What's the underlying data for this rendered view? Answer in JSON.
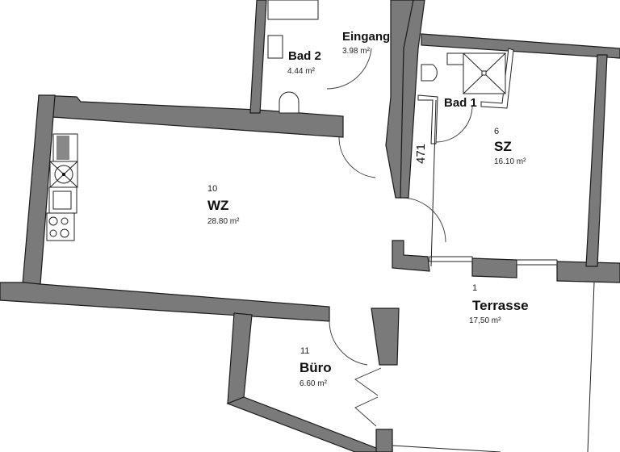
{
  "floorplan": {
    "wall_color": "#7a7a7a",
    "rooms": [
      {
        "id": "eingang",
        "number": "",
        "name": "Eingang",
        "area": "3.98 m²"
      },
      {
        "id": "bad2",
        "number": "",
        "name": "Bad 2",
        "area": "4.44 m²"
      },
      {
        "id": "bad1",
        "number": "",
        "name": "Bad 1",
        "area": ""
      },
      {
        "id": "sz",
        "number": "6",
        "name": "SZ",
        "area": "16.10 m²"
      },
      {
        "id": "wz",
        "number": "10",
        "name": "WZ",
        "area": "28.80 m²"
      },
      {
        "id": "terrasse",
        "number": "1",
        "name": "Terrasse",
        "area": "17,50 m²"
      },
      {
        "id": "buero",
        "number": "11",
        "name": "Büro",
        "area": "6.60 m²"
      }
    ],
    "dimension_label": "471"
  }
}
